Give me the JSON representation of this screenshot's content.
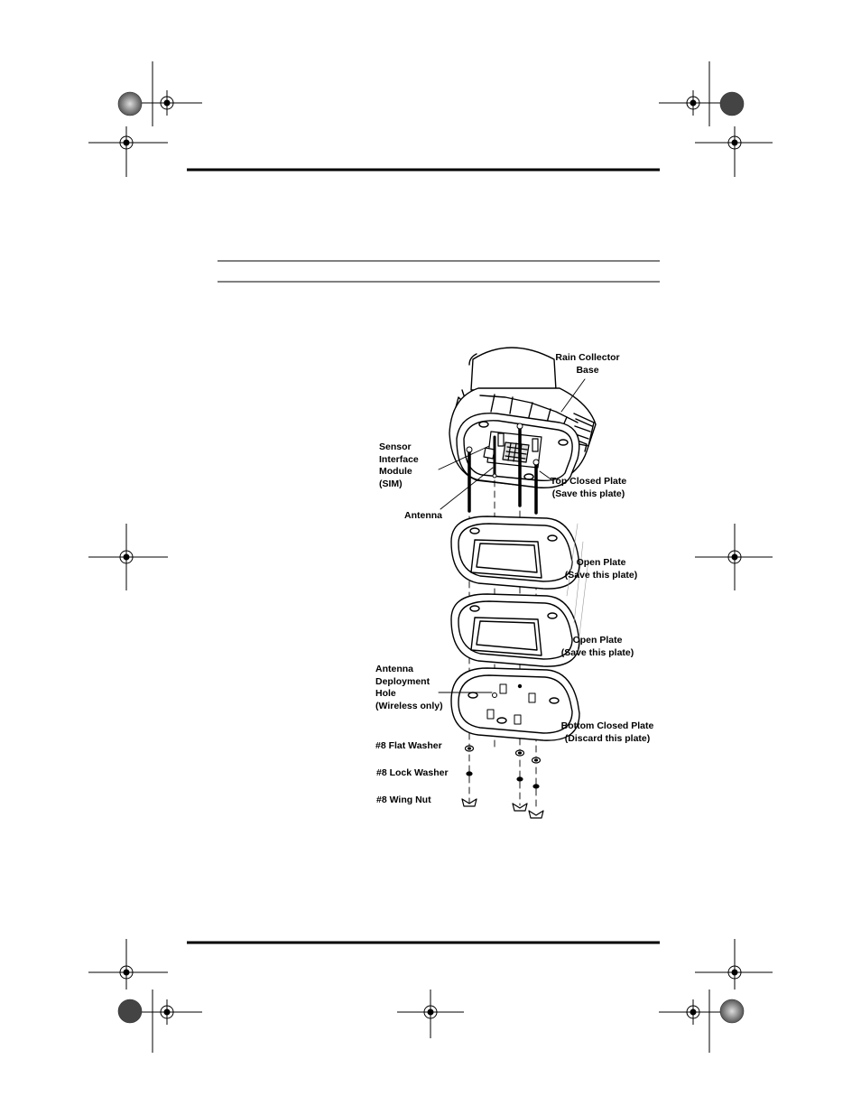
{
  "figure": {
    "labels": {
      "rain_collector_base": "Rain Collector\nBase",
      "sensor_interface_module": "Sensor\nInterface\nModule\n(SIM)",
      "antenna": "Antenna",
      "top_closed_plate": "Top Closed Plate\n(Save this plate)",
      "open_plate_1": "Open Plate\n(Save this plate)",
      "open_plate_2": "Open Plate\n(Save this plate)",
      "antenna_deployment_hole": "Antenna\nDeployment\nHole\n(Wireless only)",
      "bottom_closed_plate": "Bottom Closed Plate\n(Discard this plate)",
      "flat_washer": "#8 Flat Washer",
      "lock_washer": "#8 Lock Washer",
      "wing_nut": "#8 Wing Nut"
    }
  },
  "colors": {
    "ink": "#000000",
    "paper": "#ffffff",
    "mark_gray": "#777777"
  }
}
